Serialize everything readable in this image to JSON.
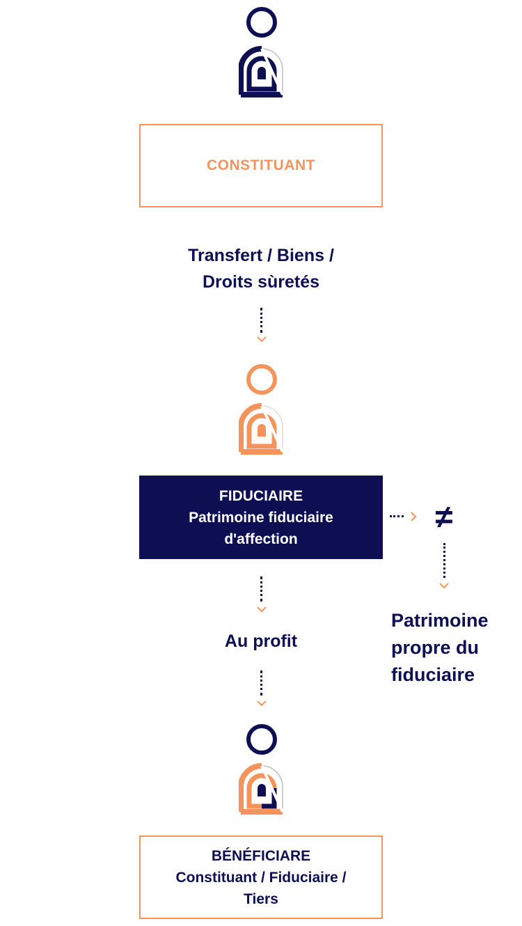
{
  "colors": {
    "navy": "#0d0f52",
    "orange": "#f4945d",
    "grey": "#b9bccd"
  },
  "constituant": {
    "title": "CONSTITUANT",
    "icon": "person-icon"
  },
  "transfer_label": {
    "line1": "Transfert / Biens /",
    "line2": "Droits sùretés"
  },
  "fiduciaire": {
    "title": "FIDUCIAIRE",
    "line1": "Patrimoine fiduciaire",
    "line2": "d'affection",
    "icon": "person-icon"
  },
  "not_equal": {
    "symbol": "≠",
    "icon": "not-equal-icon"
  },
  "own_patrimony": {
    "line1": "Patrimoine",
    "line2": "propre du",
    "line3": "fiduciaire"
  },
  "profit_label": "Au profit",
  "beneficiaire": {
    "title": "BÉNÉFICIARE",
    "line1": "Constituant / Fiduciaire /",
    "line2": "Tiers",
    "icon": "person-icon"
  }
}
